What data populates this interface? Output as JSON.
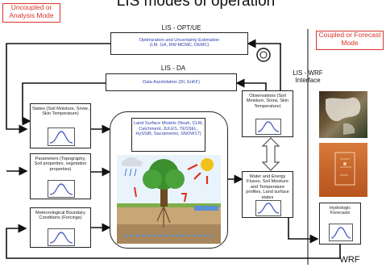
{
  "title": "LIS modes of operation",
  "modes": {
    "uncoupled": "Uncoupled or Analysis Mode",
    "coupled": "Coupled or Forecast Mode"
  },
  "opt": {
    "title": "LIS - OPT/UE",
    "line1": "Optimization and Uncertainty Estimation",
    "line2": "(LM, GA, RW-MCMC, DEMC)"
  },
  "da": {
    "title": "LIS - DA",
    "text": "Data Assimilation (DI, EnKF)"
  },
  "wrf_interface": {
    "line1": "LIS - WRF",
    "line2": "Interface"
  },
  "states": "States (Soil Moisture, Snow, Skin Temperature)",
  "parameters": "Parameters (Topography, Soil properties, vegetation properties)",
  "forcing": "Meteorological Boundary Conditions (Forcings)",
  "lsm": "Land Surface Models (Noah, CLM, Catchment, JULES, TESSEL, HySSiB, Sacramento, SNOW17)",
  "observations": "Observations (Soil Moisture, Snow, Skin Temperature)",
  "fluxes": "Water and Energy Fluxes, Soil Moisture and Temperature profiles, Land surface states",
  "hydrologic": "Hydrologic Forecasts",
  "wrf": "WRF",
  "colors": {
    "red": "#d9352b",
    "blue": "#2a3fb0",
    "curve": "#3a4fc0"
  }
}
